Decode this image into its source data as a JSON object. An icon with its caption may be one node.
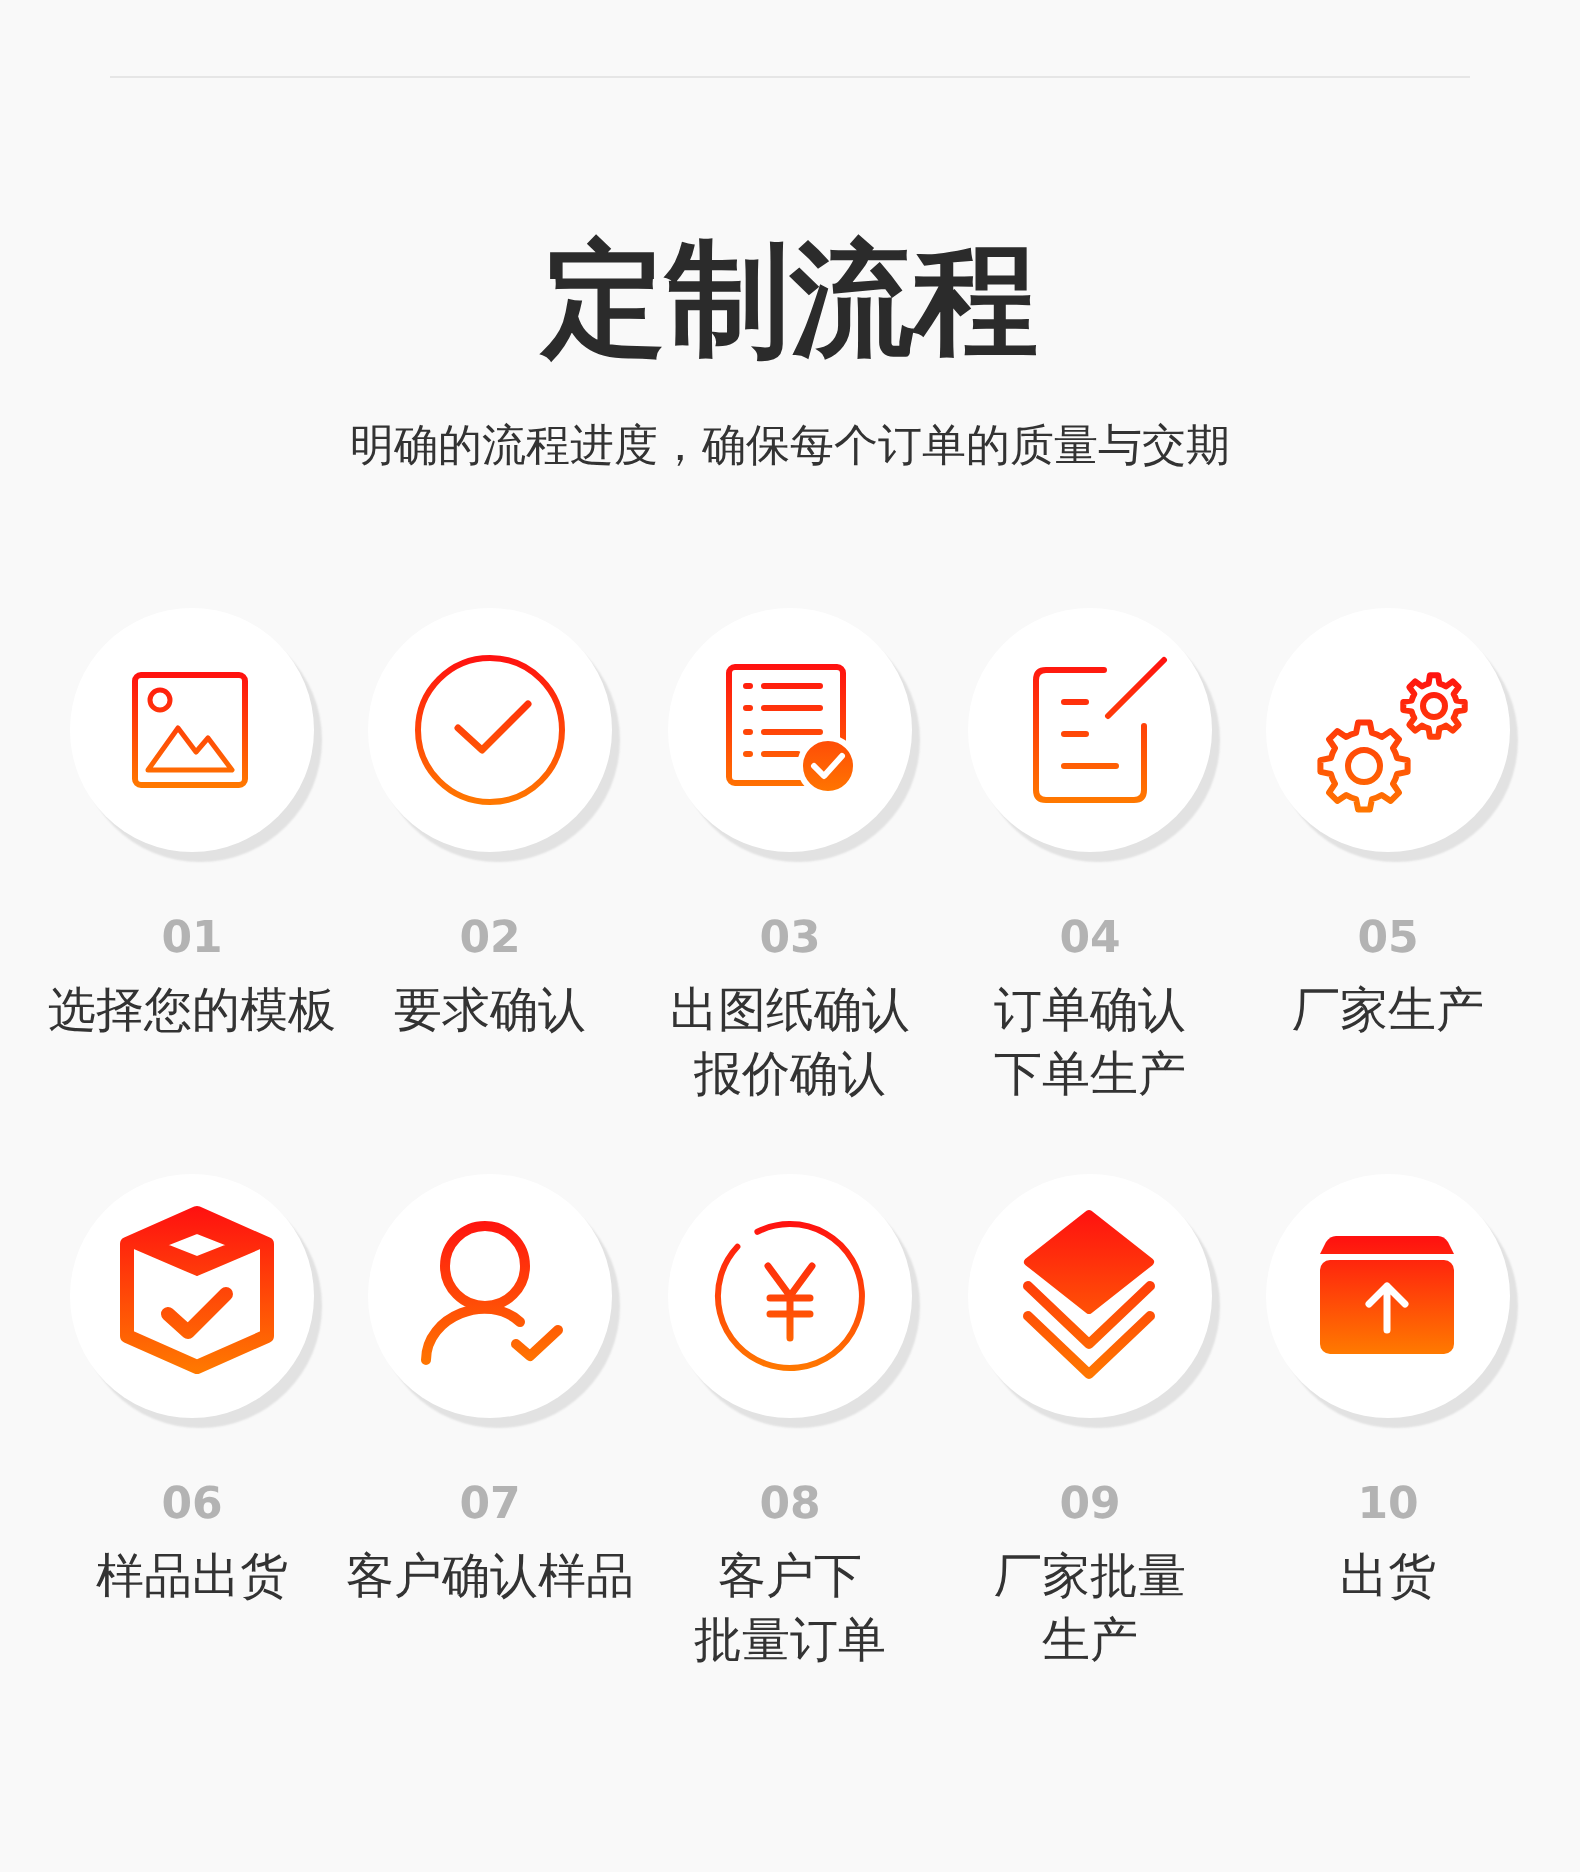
{
  "diagram": {
    "title": "定制流程",
    "nodes": [
      {
        "text": [],
        "shape": "circle",
        "beside": [
          "01",
          "选择您的模板"
        ]
      },
      {
        "text": [],
        "shape": "circle",
        "beside": [
          "02",
          "要求确认"
        ]
      },
      {
        "text": [],
        "shape": "circle",
        "beside": [
          "03",
          "出图纸确认报价确认"
        ]
      },
      {
        "text": [],
        "shape": "circle",
        "beside": [
          "04",
          "订单确认下单生产"
        ]
      },
      {
        "text": [],
        "shape": "circle",
        "beside": [
          "05",
          "厂家生产"
        ]
      },
      {
        "text": [],
        "shape": "circle",
        "beside": [
          "06",
          "样品出货"
        ]
      },
      {
        "text": [],
        "shape": "circle",
        "beside": [
          "07",
          "客户确认样品"
        ]
      },
      {
        "text": [],
        "shape": "circle",
        "beside": [
          "08",
          "客户下批量订单"
        ]
      },
      {
        "text": [],
        "shape": "circle",
        "beside": [
          "09",
          "厂家批量生产"
        ]
      },
      {
        "text": [],
        "shape": "circle",
        "beside": [
          "10",
          "出货"
        ]
      }
    ],
    "labels": [
      "明确的流程进度，确保每个订单的质量与交期"
    ]
  }
}
